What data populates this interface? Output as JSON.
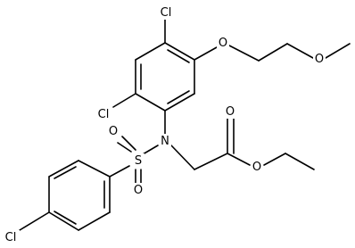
{
  "atoms": {
    "cl_top": "Cl",
    "o_ether_ring": "O",
    "o_ether_chain": "O",
    "cl_ortho": "Cl",
    "n_amine": "N",
    "s_sulfonyl": "S",
    "o_sulfonyl_top": "O",
    "o_sulfonyl_bottom": "O",
    "o_carbonyl": "O",
    "o_ester": "O",
    "cl_para": "Cl"
  },
  "colors": {
    "bond": "#000000",
    "label": "#000000",
    "background": "#ffffff"
  }
}
